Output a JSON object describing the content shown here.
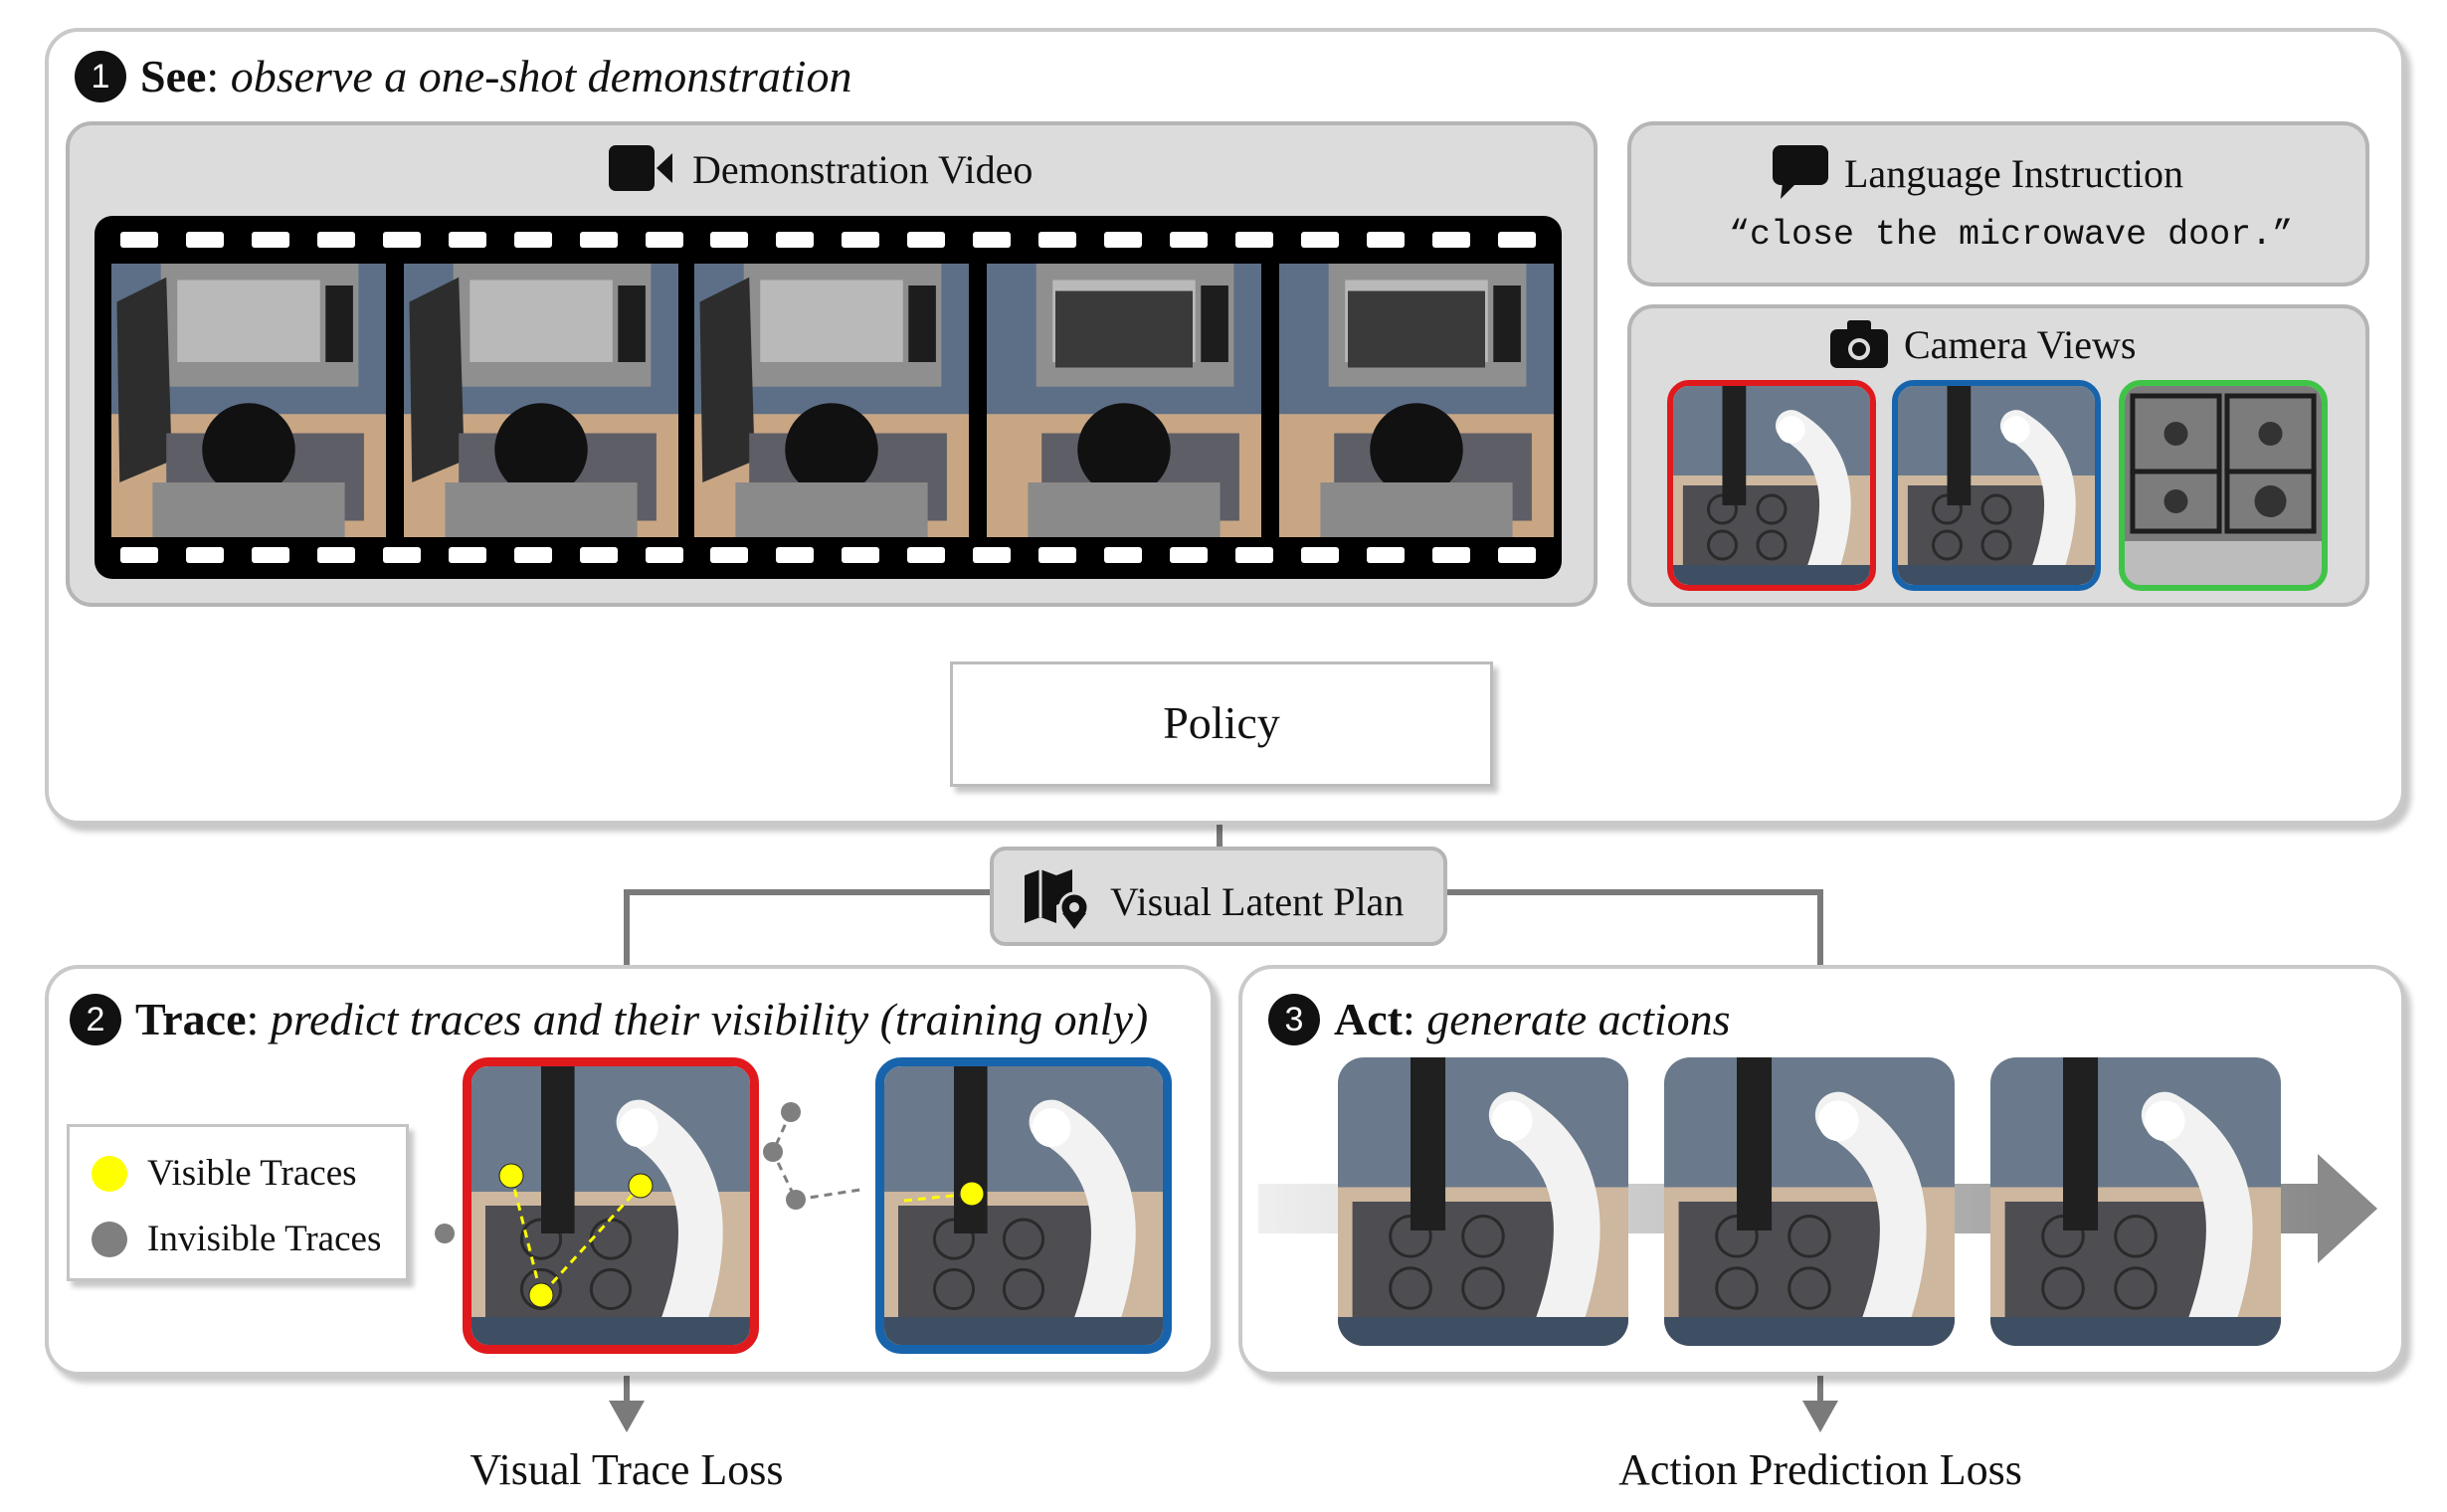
{
  "see": {
    "number": "1",
    "title_bold": "See",
    "title_sep": ": ",
    "title_italic": "observe a one-shot demonstration"
  },
  "demo": {
    "label": "Demonstration Video",
    "icon": "video-camera-icon"
  },
  "language": {
    "label": "Language Instruction",
    "instruction": "“close the microwave door.”",
    "icon": "speech-bubble-icon"
  },
  "camera": {
    "label": "Camera Views",
    "icon": "camera-icon",
    "view_colors": [
      "#e0191d",
      "#1764ad",
      "#3fc447"
    ]
  },
  "policy": {
    "label": "Policy"
  },
  "plan": {
    "label": "Visual Latent Plan",
    "icon": "map-pin-icon"
  },
  "trace": {
    "number": "2",
    "title_bold": "Trace",
    "title_sep": ": ",
    "title_italic": "predict traces and their visibility (training only)",
    "legend": [
      {
        "label": "Visible Traces",
        "color": "#ffff00"
      },
      {
        "label": "Invisible Traces",
        "color": "#7f7f7f"
      }
    ],
    "loss": "Visual Trace Loss"
  },
  "act": {
    "number": "3",
    "title_bold": "Act",
    "title_sep": ": ",
    "title_italic": "generate actions",
    "loss": "Action Prediction Loss"
  }
}
